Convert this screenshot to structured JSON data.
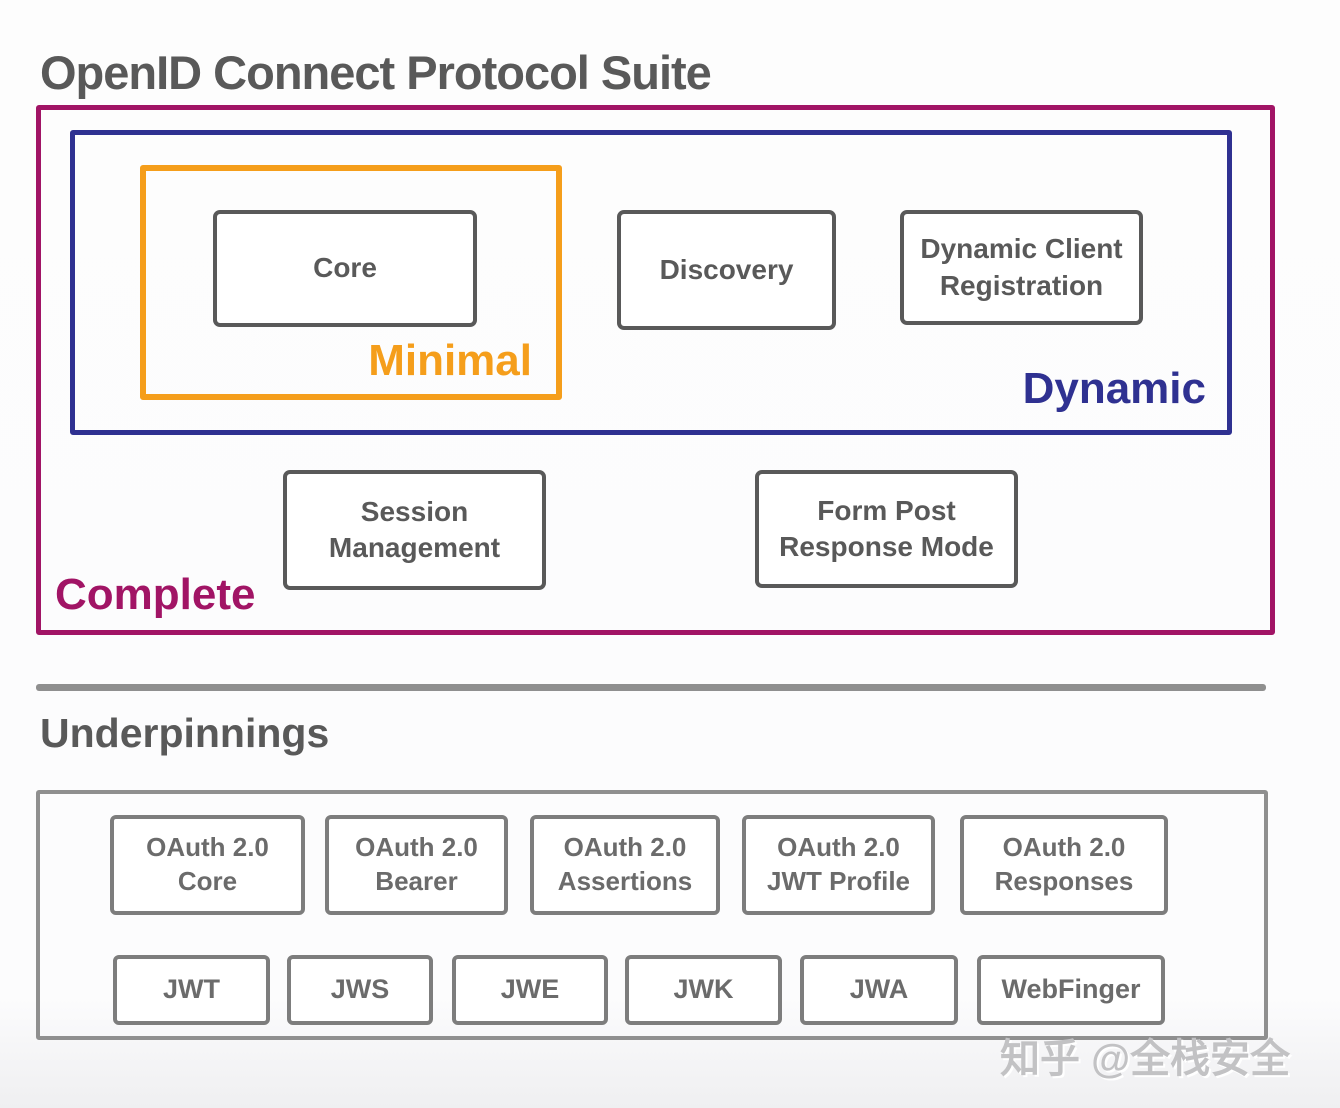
{
  "title": "OpenID Connect Protocol Suite",
  "suite": {
    "complete_label": "Complete",
    "dynamic_label": "Dynamic",
    "minimal_label": "Minimal",
    "boxes": {
      "core": "Core",
      "discovery": "Discovery",
      "dynamic_client_registration": "Dynamic Client Registration",
      "session_management": "Session Management",
      "form_post_response_mode": "Form Post Response Mode"
    }
  },
  "underpinnings": {
    "heading": "Underpinnings",
    "row1": [
      "OAuth 2.0 Core",
      "OAuth 2.0 Bearer",
      "OAuth 2.0 Assertions",
      "OAuth 2.0 JWT Profile",
      "OAuth 2.0 Responses"
    ],
    "row2": [
      "JWT",
      "JWS",
      "JWE",
      "JWK",
      "JWA",
      "WebFinger"
    ]
  },
  "watermark": "知乎 @全栈安全",
  "colors": {
    "complete_border": "#A11465",
    "dynamic_border": "#2F3191",
    "minimal_border": "#F59E1B",
    "spec_box_border": "#595959",
    "underpinnings_border": "#8F8F8F",
    "underpinning_box_border": "#7D7D7D",
    "title_text": "#595959"
  }
}
